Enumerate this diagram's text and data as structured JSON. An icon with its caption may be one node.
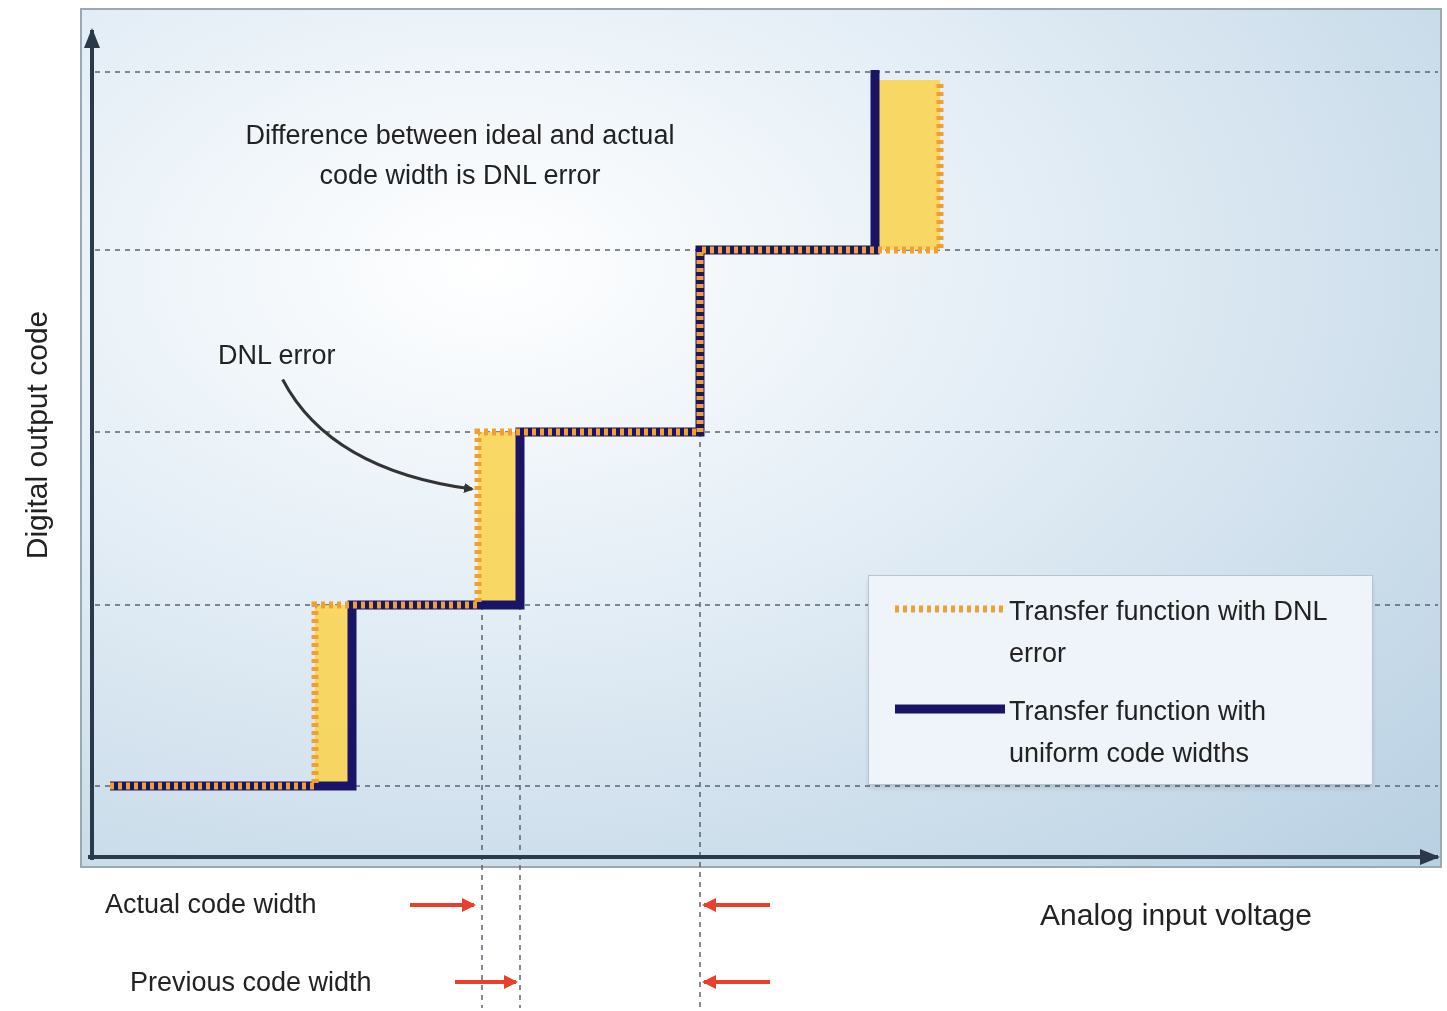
{
  "diagram": {
    "nodes": [
      {
        "text": [
          "DNL error"
        ]
      },
      {
        "text": [],
        "shape": "box"
      },
      {
        "text": [],
        "shape": "box"
      },
      {
        "text": [],
        "shape": "box"
      }
    ],
    "edges": [
      {
        "from": 0,
        "to": 2,
        "arrow": "to"
      }
    ],
    "labels": [
      "Difference between ideal and actual code width is DNL error",
      "Digital output code",
      "Analog input voltage",
      "Actual code width",
      "Previous code width"
    ],
    "legend": [
      {
        "text": "Transfer function with DNL error"
      },
      {
        "text": "Transfer function with uniform code widths"
      }
    ]
  }
}
